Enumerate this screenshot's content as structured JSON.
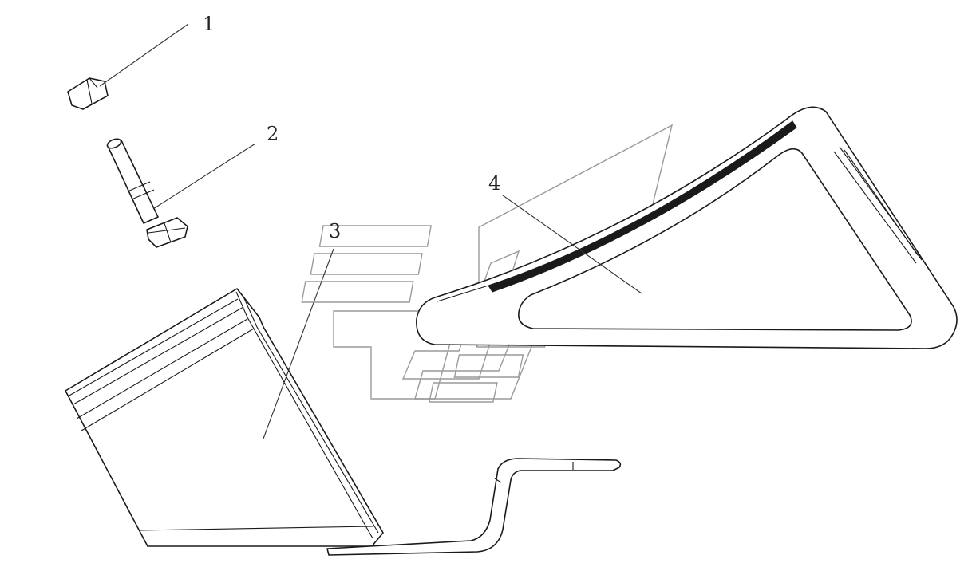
{
  "diagram": {
    "colors": {
      "line": "#1a1a1a",
      "watermark": "#9a9a9a",
      "background": "#ffffff"
    },
    "callouts": [
      {
        "label": "1",
        "part": "nut"
      },
      {
        "label": "2",
        "part": "bolt"
      },
      {
        "label": "3",
        "part": "mounting-bracket"
      },
      {
        "label": "4",
        "part": "support-arm"
      }
    ]
  }
}
